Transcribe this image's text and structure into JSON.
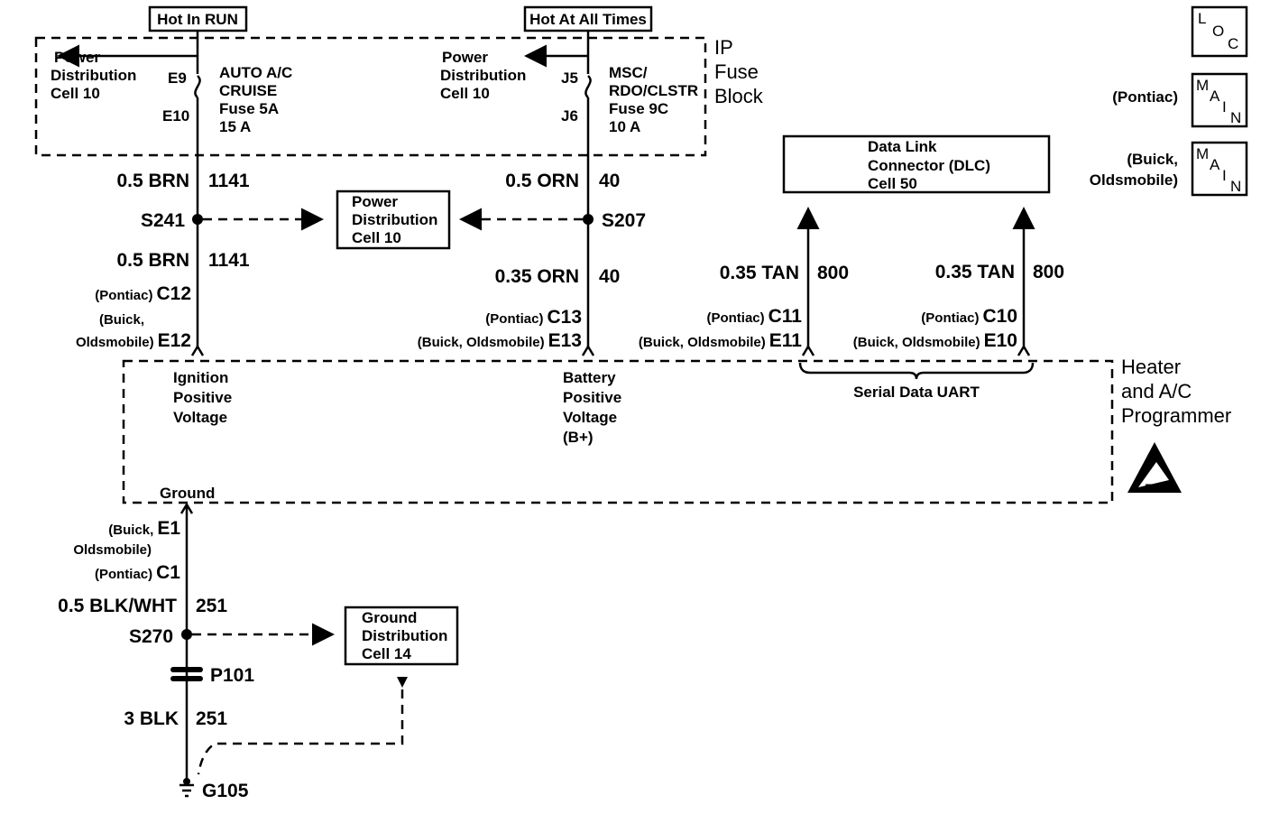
{
  "labels": {
    "hot_in_run": "Hot In RUN",
    "hot_at_all_times": "Hot At All Times",
    "pdc_left": [
      "Power",
      "Distribution",
      "Cell 10"
    ],
    "pdc_mid": [
      "Power",
      "Distribution",
      "Cell 10"
    ],
    "pdc_box": [
      "Power",
      "Distribution",
      "Cell 10"
    ],
    "fuse_left": {
      "top_pin": "E9",
      "bottom_pin": "E10",
      "name": [
        "AUTO A/C",
        "CRUISE",
        "Fuse 5A",
        "15 A"
      ]
    },
    "fuse_right": {
      "top_pin": "J5",
      "bottom_pin": "J6",
      "name": [
        "MSC/",
        "RDO/CLSTR",
        "Fuse 9C",
        "10 A"
      ]
    },
    "ip_fuse_block": [
      "IP",
      "Fuse",
      "Block"
    ],
    "dlc": [
      "Data Link",
      "Connector (DLC)",
      "Cell 50"
    ],
    "loc": {
      "l": "L",
      "o": "O",
      "c": "C"
    },
    "main": {
      "m": "M",
      "a": "A",
      "i": "I",
      "n": "N"
    },
    "pontiac": "(Pontiac)",
    "buick_olds": [
      "(Buick,",
      "Oldsmobile)"
    ],
    "heater_ac": [
      "Heater",
      "and A/C",
      "Programmer"
    ],
    "serial_uart": "Serial Data UART",
    "ignition": [
      "Ignition",
      "Positive",
      "Voltage"
    ],
    "battery": [
      "Battery",
      "Positive",
      "Voltage",
      "(B+)"
    ],
    "ground_label": "Ground",
    "gdc": [
      "Ground",
      "Distribution",
      "Cell 14"
    ]
  },
  "wires": {
    "w1141_top": {
      "gauge": "0.5 BRN",
      "circuit": "1141"
    },
    "w1141_bot": {
      "gauge": "0.5 BRN",
      "circuit": "1141"
    },
    "w40_top": {
      "gauge": "0.5 ORN",
      "circuit": "40"
    },
    "w40_bot": {
      "gauge": "0.35 ORN",
      "circuit": "40"
    },
    "w800_a": {
      "gauge": "0.35 TAN",
      "circuit": "800"
    },
    "w800_b": {
      "gauge": "0.35 TAN",
      "circuit": "800"
    },
    "w251_top": {
      "gauge": "0.5 BLK/WHT",
      "circuit": "251"
    },
    "w251_bot": {
      "gauge": "3 BLK",
      "circuit": "251"
    }
  },
  "splices": {
    "s241": "S241",
    "s207": "S207",
    "s270": "S270",
    "p101": "P101",
    "g105": "G105"
  },
  "connectors": {
    "c12": {
      "pontiac_prefix": "(Pontiac)",
      "pontiac": "C12",
      "buick_prefix": [
        "(Buick,",
        "Oldsmobile)"
      ],
      "buick": "E12"
    },
    "c13": {
      "pontiac_prefix": "(Pontiac)",
      "pontiac": "C13",
      "buick_prefix": "(Buick, Oldsmobile)",
      "buick": "E13"
    },
    "c11": {
      "pontiac_prefix": "(Pontiac)",
      "pontiac": "C11",
      "buick_prefix": "(Buick, Oldsmobile)",
      "buick": "E11"
    },
    "c10": {
      "pontiac_prefix": "(Pontiac)",
      "pontiac": "C10",
      "buick_prefix": "(Buick, Oldsmobile)",
      "buick": "E10"
    },
    "c1": {
      "buick_prefix": [
        "(Buick,",
        "Oldsmobile)"
      ],
      "buick": "E1",
      "pontiac_prefix": "(Pontiac)",
      "pontiac": "C1"
    }
  }
}
